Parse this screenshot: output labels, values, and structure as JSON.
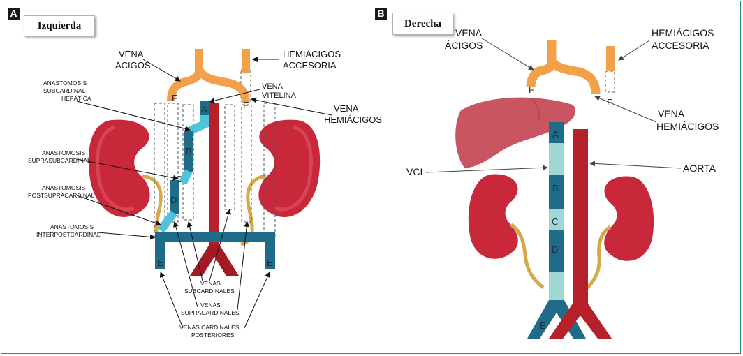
{
  "panel_a": {
    "letter": "A",
    "title": "Izquierda",
    "labels": {
      "vena_acigos": [
        "VENA",
        "ÁCIGOS"
      ],
      "hemiacigos_accesoria": [
        "HEMIÁCIGOS",
        "ACCESORIA"
      ],
      "vena_vitelina": [
        "VENA",
        "VITELINA"
      ],
      "vena_hemiacigos": [
        "VENA",
        "HEMIÁCIGOS"
      ],
      "anast_subcardinal_hepatica": [
        "ANASTOMOSIS",
        "SUBCARDINAL-",
        "HEPÁTICA"
      ],
      "anast_suprasubcardinal": [
        "ANASTOMOSIS",
        "SUPRASUBCARDINAL"
      ],
      "anast_postsupracardinal": [
        "ANASTOMOSIS",
        "POSTSUPRACARDINAL"
      ],
      "anast_interpostcardinal": [
        "ANASTOMOSIS",
        "INTERPOSTCARDINAL"
      ],
      "venas_subcardinales": [
        "VENAS",
        "SUBCARDINALES"
      ],
      "venas_supracardinales": [
        "VENAS",
        "SUPRACARDINALES"
      ],
      "venas_cardinales_posteriores": [
        "VENAS CARDINALES",
        "POSTERIORES"
      ]
    },
    "segments": {
      "A": "A",
      "B": "B",
      "C": "C",
      "D": "D",
      "E_left": "E",
      "E_right": "E",
      "F_left": "F",
      "F_right": "F"
    }
  },
  "panel_b": {
    "letter": "B",
    "title": "Derecha",
    "labels": {
      "vena_acigos": [
        "VENA",
        "ÁCIGOS"
      ],
      "hemiacigos_accesoria": [
        "HEMIÁCIGOS",
        "ACCESORIA"
      ],
      "vena_hemiacigos": [
        "VENA",
        "HEMIÁCIGOS"
      ],
      "vci": "VCI",
      "aorta": "AORTA"
    },
    "segments": {
      "A": "A",
      "B": "B",
      "C": "C",
      "D": "D",
      "E": "E",
      "F_left": "F",
      "F_right": "F"
    }
  },
  "colors": {
    "frame": "#1e8c8c",
    "vein_blue": "#1f6b8a",
    "vein_light": "#9fd8d3",
    "anastomosis_cyan": "#4fc3d9",
    "aorta_red": "#b5202a",
    "azygos_orange": "#f2a04a",
    "kidney_red": "#c8283a",
    "liver": "#c85560",
    "ureter": "#d7a84a"
  }
}
